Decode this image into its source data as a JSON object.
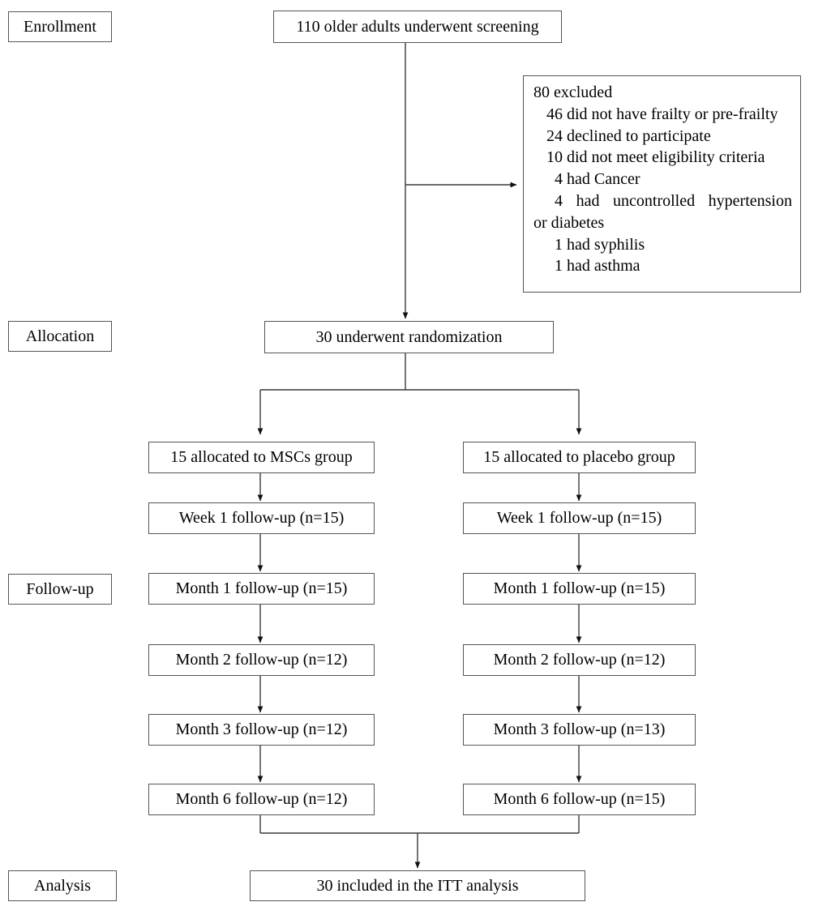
{
  "diagram": {
    "title": "CONSORT participant flow diagram",
    "type": "flowchart",
    "line_color": "#3a3a3a",
    "background_color": "#ffffff",
    "text_color": "#000000"
  },
  "stages": [
    {
      "id": "enrollment",
      "label": "Enrollment"
    },
    {
      "id": "allocation",
      "label": "Allocation"
    },
    {
      "id": "followup",
      "label": "Follow-up"
    },
    {
      "id": "analysis",
      "label": "Analysis"
    }
  ],
  "nodes": {
    "screening": {
      "label": "110 older adults underwent screening"
    },
    "randomization": {
      "label": "30 underwent randomization"
    },
    "itt": {
      "label": "30 included in the ITT analysis"
    }
  },
  "excluded": {
    "header": "80 excluded",
    "reasons": [
      "46 did not have frailty or pre-frailty",
      "24 declined to participate",
      "10 did not meet eligibility criteria",
      "4 had Cancer",
      "4 had uncontrolled hypertension",
      "or diabetes",
      "1 had syphilis",
      "1 had asthma"
    ]
  },
  "arms": [
    {
      "id": "mscs",
      "allocation": "15 allocated to MSCs group",
      "followups": [
        "Week 1 follow-up (n=15)",
        "Month 1 follow-up (n=15)",
        "Month 2 follow-up (n=12)",
        "Month 3 follow-up (n=12)",
        "Month 6 follow-up (n=12)"
      ]
    },
    {
      "id": "placebo",
      "allocation": "15 allocated to placebo group",
      "followups": [
        "Week 1 follow-up (n=15)",
        "Month 1 follow-up (n=15)",
        "Month 2 follow-up (n=12)",
        "Month 3 follow-up (n=13)",
        "Month 6 follow-up (n=15)"
      ]
    }
  ]
}
